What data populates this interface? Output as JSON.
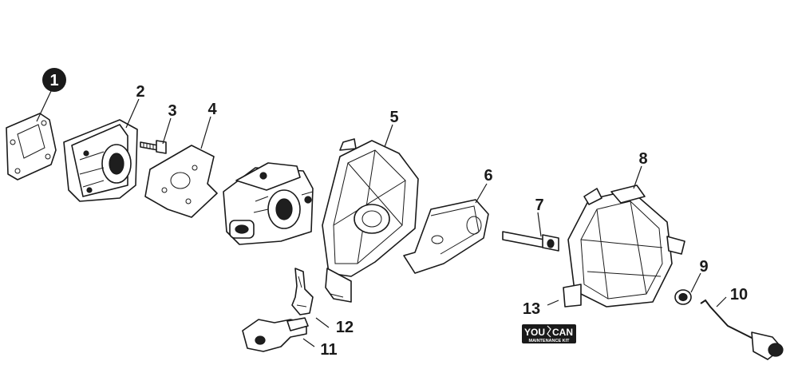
{
  "callouts": [
    {
      "id": "1",
      "label": "1",
      "highlighted": true
    },
    {
      "id": "2",
      "label": "2"
    },
    {
      "id": "3",
      "label": "3"
    },
    {
      "id": "4",
      "label": "4"
    },
    {
      "id": "5",
      "label": "5"
    },
    {
      "id": "6",
      "label": "6"
    },
    {
      "id": "7",
      "label": "7"
    },
    {
      "id": "8",
      "label": "8"
    },
    {
      "id": "9",
      "label": "9"
    },
    {
      "id": "10",
      "label": "10"
    },
    {
      "id": "11",
      "label": "11"
    },
    {
      "id": "12",
      "label": "12"
    },
    {
      "id": "13",
      "label": "13"
    }
  ],
  "logo": {
    "word_left": "YOU",
    "word_right": "CAN",
    "tagline": "MAINTENANCE KIT"
  },
  "colors": {
    "ink": "#1a1a1a",
    "background": "#ffffff",
    "highlight_fill": "#1a1a1a"
  }
}
